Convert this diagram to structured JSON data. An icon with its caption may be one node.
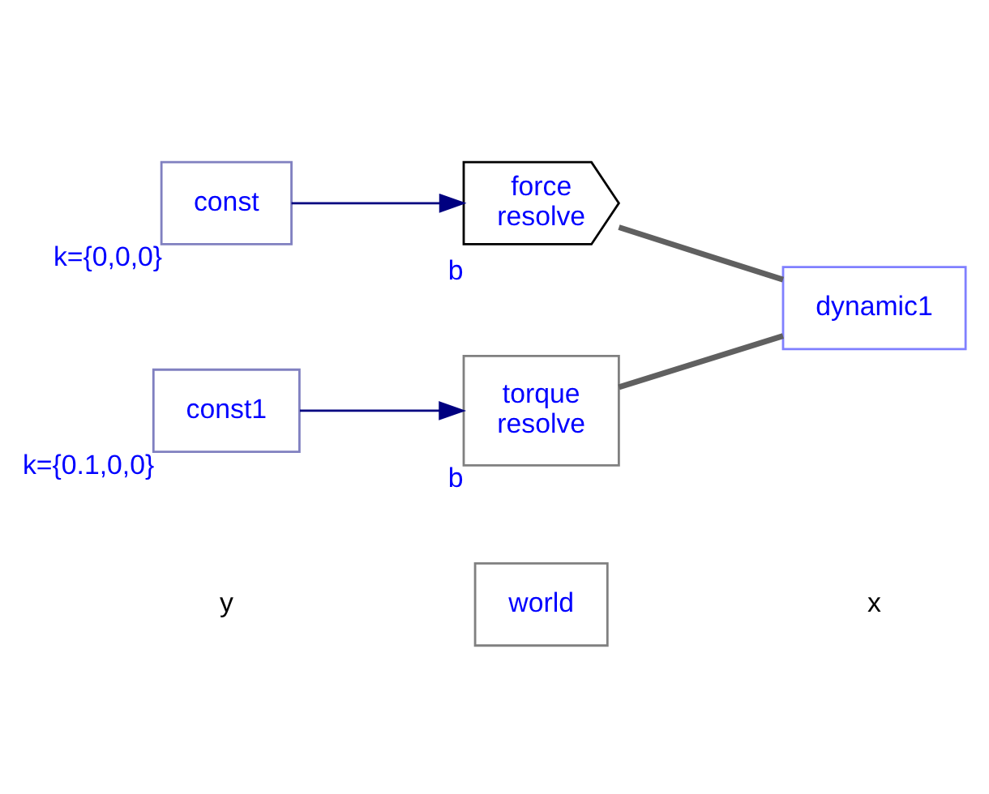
{
  "diagram": {
    "nodes": [
      {
        "text": [
          "world"
        ]
      },
      {
        "text": [
          "const"
        ],
        "beside": [
          "k={0,0,0}"
        ]
      },
      {
        "text": [
          "force",
          "resolve"
        ],
        "beside": [
          "b"
        ]
      },
      {
        "text": [
          "const1"
        ],
        "beside": [
          "k={0.1,0,0}"
        ]
      },
      {
        "text": [
          "torque",
          "resolve"
        ],
        "beside": [
          "b"
        ]
      },
      {
        "text": [
          "dynamic1"
        ]
      }
    ],
    "edges": [
      {
        "from": 1,
        "to": 2,
        "arrow": "to"
      },
      {
        "from": 3,
        "to": 4,
        "arrow": "to"
      },
      {
        "from": 2,
        "to": 5,
        "arrow": "none",
        "style": "thick",
        "color": "#606060"
      },
      {
        "from": 4,
        "to": 5,
        "arrow": "none",
        "style": "thick",
        "color": "#606060"
      }
    ],
    "labels": [
      "y",
      "x"
    ]
  }
}
